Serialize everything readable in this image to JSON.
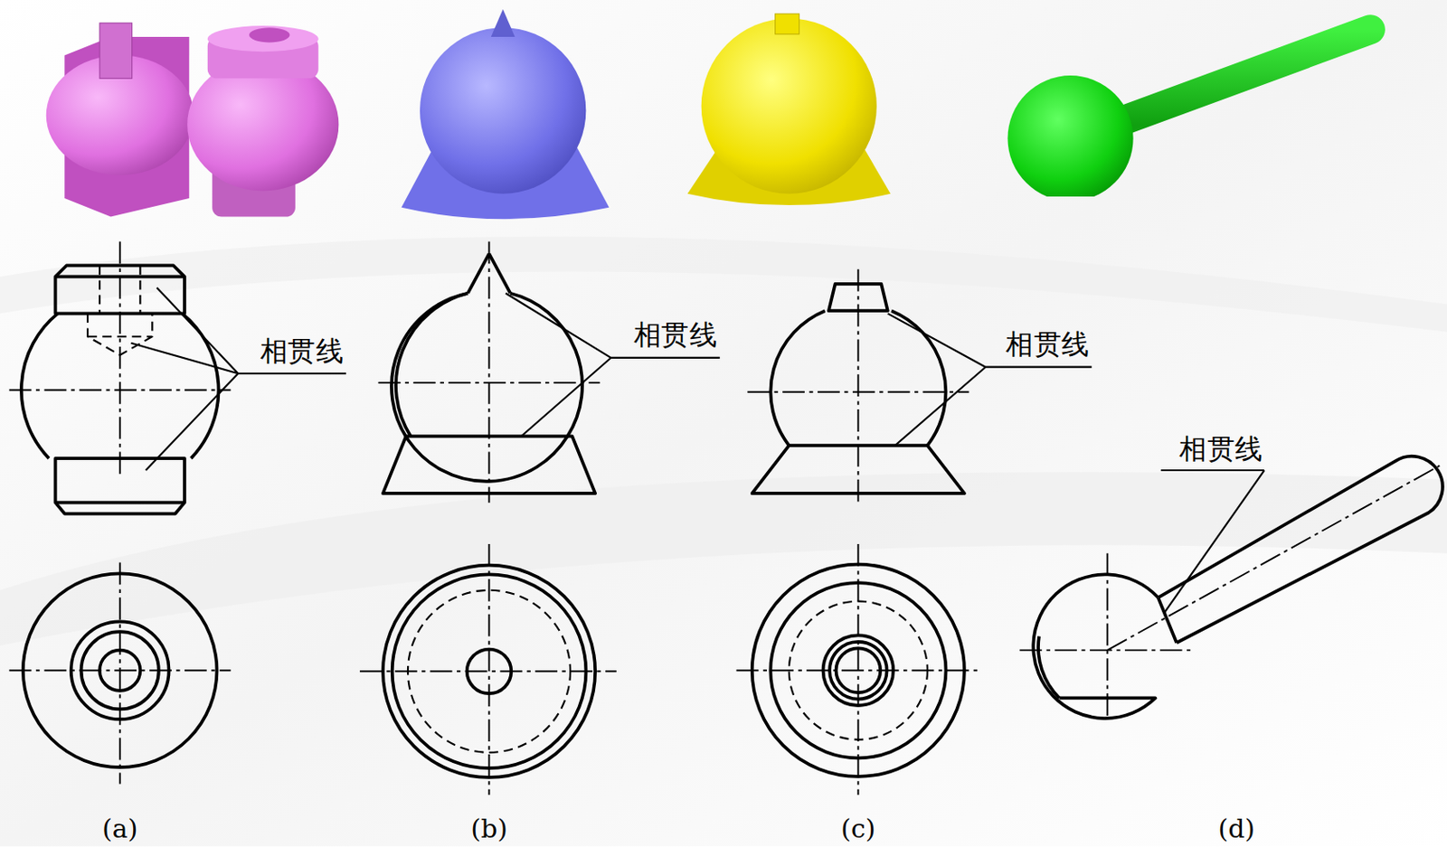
{
  "diagram": {
    "labels": [
      "相贯线",
      "相贯线",
      "相贯线",
      "相贯线",
      "(a)",
      "(b)",
      "(c)",
      "(d)"
    ]
  }
}
